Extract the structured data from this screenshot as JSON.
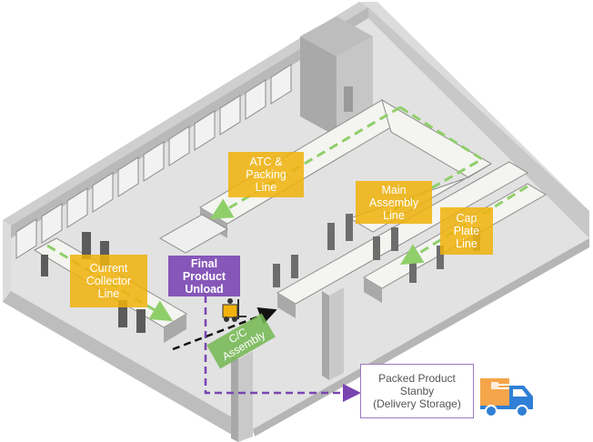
{
  "labels": {
    "atc_packing_line": "ATC &\nPacking\nLine",
    "main_assembly_line": "Main\nAssembly\nLine",
    "cap_plate_line": "Cap\nPlate\nLine",
    "current_collector_line": "Current\nCollector\nLine",
    "final_product_unload": "Final\nProduct\nUnload",
    "cc_assembly": "C/C\nAssembly",
    "packed_product_standby": "Packed Product\nStanby\n(Delivery Storage)"
  },
  "icons": {
    "truck": "delivery-truck-icon",
    "forklift": "forklift-icon"
  },
  "colors": {
    "yellow_label": "#f0b20c",
    "purple_label": "#8656b8",
    "green_label": "#76b854",
    "flow_green": "#8fcf6a",
    "flow_black": "#111111",
    "flow_purple": "#7a45b0",
    "truck_cab": "#2f7fd6",
    "truck_box": "#f5a54a"
  }
}
